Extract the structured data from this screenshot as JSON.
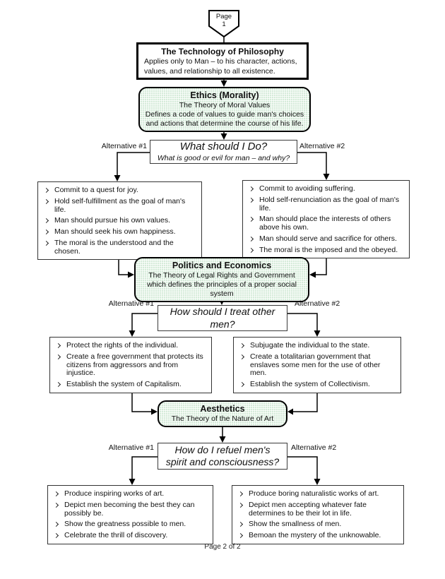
{
  "page_connector": {
    "line1": "Page",
    "line2": "1"
  },
  "title_box": {
    "title": "The Technology of Philosophy",
    "body": "Applies only to Man – to his character, actions, values, and relationship to all existence."
  },
  "footer": {
    "text": "Page 2 of 2"
  },
  "colors": {
    "topic_fill": "#d5ebd9",
    "line": "#000000"
  },
  "icons": {
    "bullet": "arrow-right-bullet"
  },
  "sections": [
    {
      "topic": {
        "title": "Ethics (Morality)",
        "subtitle": "The Theory of Moral Values",
        "body": "Defines a code of values to guide man's choices and actions that determine the course of his life."
      },
      "question": {
        "line1": "What should I Do?",
        "line2": "What is good or evil for man – and why?"
      },
      "alt1_label": "Alternative #1",
      "alt2_label": "Alternative #2",
      "alt1_items": [
        "Commit to a quest for joy.",
        "Hold self-fulfillment as the goal of man's life.",
        "Man should pursue his own values.",
        "Man should seek his own happiness.",
        "The moral is the understood and the chosen."
      ],
      "alt2_items": [
        "Commit to avoiding suffering.",
        "Hold self-renunciation as the goal of man's life.",
        "Man should place the interests of others above his own.",
        "Man should serve and sacrifice for others.",
        "The moral is the imposed and the obeyed."
      ]
    },
    {
      "topic": {
        "title": "Politics and Economics",
        "subtitle": "",
        "body": "The Theory of Legal Rights and Government which defines the principles of a proper social system"
      },
      "question": {
        "line1": "How should I treat other men?",
        "line2": ""
      },
      "alt1_label": "Alternative #1",
      "alt2_label": "Alternative #2",
      "alt1_items": [
        "Protect the rights of the individual.",
        "Create a free government that protects its citizens from aggressors and from injustice.",
        "Establish the system of Capitalism."
      ],
      "alt2_items": [
        "Subjugate the individual to the state.",
        "Create a totalitarian government that enslaves some men for the use of other men.",
        "Establish the system of Collectivism."
      ]
    },
    {
      "topic": {
        "title": "Aesthetics",
        "subtitle": "The Theory of the Nature of Art",
        "body": ""
      },
      "question": {
        "line1": "How do I refuel men's",
        "line2": "spirit and consciousness?"
      },
      "alt1_label": "Alternative #1",
      "alt2_label": "Alternative #2",
      "alt1_items": [
        "Produce inspiring works of art.",
        "Depict men becoming the best they can possibly be.",
        "Show the greatness possible to men.",
        "Celebrate the thrill of discovery."
      ],
      "alt2_items": [
        "Produce boring naturalistic works of art.",
        "Depict men accepting whatever fate determines to be their lot in life.",
        "Show the smallness of men.",
        "Bemoan the mystery of the unknowable."
      ]
    }
  ]
}
